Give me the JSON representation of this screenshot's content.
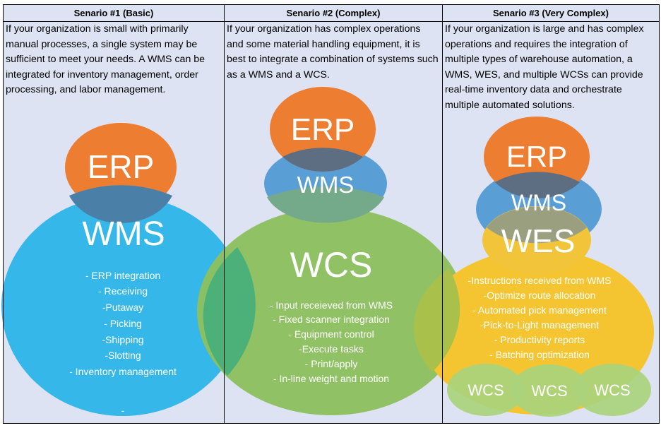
{
  "scenarios": [
    {
      "header": "Senario #1 (Basic)",
      "description": "If your organization is small with primarily manual processes, a single system may be sufficient to meet your needs.  A WMS can be integrated for inventory management, order processing, and labor management.",
      "circles": [
        "ERP",
        "WMS"
      ],
      "features": [
        "- ERP integration",
        "- Receiving",
        "-Putaway",
        "- Picking",
        "-Shipping",
        "-Slotting",
        "- Inventory management",
        "-"
      ]
    },
    {
      "header": "Senario #2 (Complex)",
      "description": "If your organization has complex operations and some material handling equipment, it is best to integrate a combination of systems such as a WMS and a WCS.",
      "circles": [
        "ERP",
        "WMS",
        "WCS"
      ],
      "features": [
        "- Input receieved from WMS",
        "- Fixed scanner integration",
        "- Equipment control",
        "-Execute tasks",
        "- Print/apply",
        "- In-line weight and motion"
      ]
    },
    {
      "header": "Senario #3 (Very Complex)",
      "description": "If your organization is large and has complex operations and requires the integration of multiple types of warehouse automation, a WMS, WES, and multiple WCSs can provide real-time inventory data and orchestrate multiple automated solutions.",
      "circles": [
        "ERP",
        "WMS",
        "WES"
      ],
      "features": [
        "-Instructions received from WMS",
        "-Optimize route allocation",
        "- Automated pick management",
        "-Pick-to-Light management",
        "- Productivity reports",
        "- Batching optimization"
      ],
      "sub_circles": [
        "WCS",
        "WCS",
        "WCS"
      ]
    }
  ],
  "colors": {
    "background": "#dde3f2",
    "erp": "#ed7d31",
    "wms_blue": "#31b6e8",
    "wms_mid": "#5a9ed6",
    "wcs_green": "#8dc15f",
    "wes_yellow": "#f5c531",
    "wcs_small": "#a9d27c"
  }
}
